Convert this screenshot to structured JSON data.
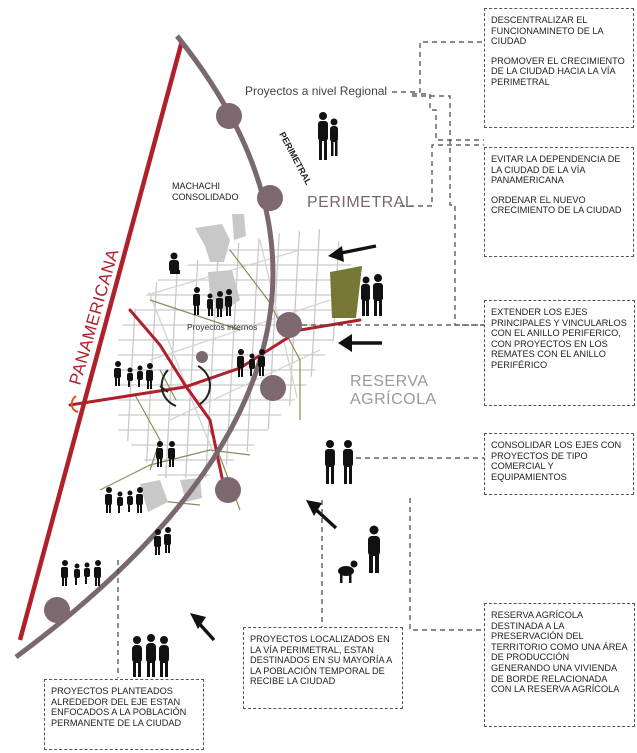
{
  "labels": {
    "panamericana": "PANAMERICANA",
    "perimetral_big": "PERIMETRAL",
    "perimetral_small": "PERIMETRAL",
    "proyectos_regional": "Proyectos a nivel Regional",
    "machachi": "MACHACHI\nCONSOLIDADO",
    "proyectos_internos": "Proyectos internos",
    "reserva": "RESERVA",
    "agricola": "AGRÍCOLA"
  },
  "notes": [
    {
      "paragraphs": [
        "DESCENTRALIZAR EL FUNCIONAMINETO DE LA CIUDAD",
        "PROMOVER EL CRECIMIENTO DE LA CIUDAD HACIA LA VÍA PERIMETRAL"
      ]
    },
    {
      "paragraphs": [
        "EVITAR LA DEPENDENCIA DE LA CIUDAD DE LA VÍA PANAMERICANA",
        "ORDENAR EL NUEVO CRECIMIENTO DE LA CIUDAD"
      ]
    },
    {
      "paragraphs": [
        "EXTENDER LOS EJES PRINCIPALES Y VINCULARLOS CON EL ANILLO PERIFERICO, CON PROYECTOS EN LOS REMATES CON EL ANILLO PERIFÉRICO"
      ]
    },
    {
      "paragraphs": [
        "CONSOLIDAR LOS EJES CON PROYECTOS DE TIPO COMERCIAL Y EQUIPAMIENTOS"
      ]
    },
    {
      "paragraphs": [
        "RESERVA AGRÍCOLA DESTINADA A LA PRESERVACIÓN DEL TERRITORIO COMO UNA ÁREA DE PRODUCCIÓN GENERANDO UNA VIVIENDA DE BORDE RELACIONADA CON LA RESERVA AGRÍCOLA"
      ]
    },
    {
      "paragraphs": [
        "PROYECTOS LOCALIZADOS EN LA VÍA PERIMETRAL, ESTAN DESTINADOS EN SU MAYORÍA A LA POBLACIÓN TEMPORAL DE RECIBE LA CIUDAD"
      ]
    },
    {
      "paragraphs": [
        "PROYECTOS PLANTEADOS ALREDEDOR DEL EJE ESTAN ENFOCADOS A LA POBLACIÓN PERMANENTE DE LA CIUDAD"
      ]
    }
  ],
  "colors": {
    "panamericana": "#b0202a",
    "perimetral": "#7a6870",
    "axis": "#b0202a",
    "node": "#7d6870",
    "agri": "#767635",
    "streets": "#c8c8c8",
    "minor_roads": "#8b8d55"
  }
}
